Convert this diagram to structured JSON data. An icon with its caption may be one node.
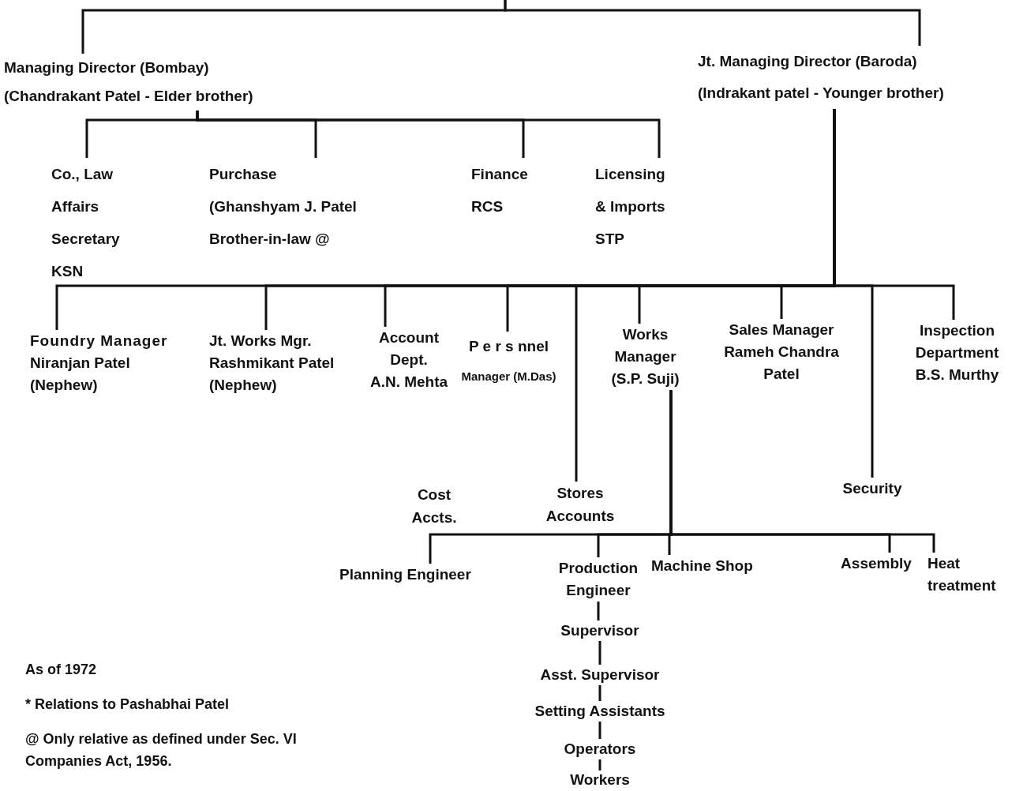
{
  "diagram": {
    "nodes": [
      {
        "text": [
          "Managing Director (Bombay)",
          "(Chandrakant Patel - Elder brother)"
        ]
      },
      {
        "text": [
          "Jt. Managing Director (Baroda)",
          "(Indrakant patel - Younger brother)"
        ]
      },
      {
        "text": [
          "Co., Law Affairs Secretary",
          "KSN"
        ]
      },
      {
        "text": [
          "Purchase",
          "(Ghanshyam J. Patel",
          "Brother-in-law @"
        ]
      },
      {
        "text": [
          "Finance",
          "RCS"
        ]
      },
      {
        "text": [
          "Licensing & Imports",
          "STP"
        ]
      },
      {
        "text": [
          "Foundry Manager",
          "Niranjan Patel",
          "(Nephew)"
        ]
      },
      {
        "text": [
          "Jt. Works Mgr.",
          "Rashmikant Patel",
          "(Nephew)"
        ]
      },
      {
        "text": [
          "Account Dept.",
          "A.N. Mehta"
        ]
      },
      {
        "text": [
          "P e r s nnel",
          "Manager (M.Das)"
        ]
      },
      {
        "text": [
          "Works Manager",
          "(S.P. Suji)"
        ]
      },
      {
        "text": [
          "Sales Manager",
          "Rameh Chandra Patel"
        ]
      },
      {
        "text": [
          "Inspection Department",
          "B.S. Murthy"
        ]
      },
      {
        "text": [
          "Stores Accounts"
        ]
      },
      {
        "text": [
          "Security"
        ]
      },
      {
        "text": [
          "Planning Engineer"
        ]
      },
      {
        "text": [
          "Production Engineer"
        ]
      },
      {
        "text": [
          "Machine Shop"
        ]
      },
      {
        "text": [
          "Assembly"
        ]
      },
      {
        "text": [
          "Heat treatment"
        ]
      },
      {
        "text": [
          "Supervisor"
        ]
      },
      {
        "text": [
          "Asst. Supervisor"
        ]
      },
      {
        "text": [
          "Setting Assistants"
        ]
      },
      {
        "text": [
          "Operators"
        ]
      },
      {
        "text": [
          "Workers"
        ]
      }
    ],
    "edges": [
      {
        "from": null,
        "to": 0,
        "arrow": "none"
      },
      {
        "from": null,
        "to": 1,
        "arrow": "none"
      },
      {
        "from": 0,
        "to": 2,
        "arrow": "none"
      },
      {
        "from": 0,
        "to": 3,
        "arrow": "none"
      },
      {
        "from": 0,
        "to": 4,
        "arrow": "none"
      },
      {
        "from": 0,
        "to": 5,
        "arrow": "none"
      },
      {
        "from": 1,
        "to": 6,
        "arrow": "none"
      },
      {
        "from": 1,
        "to": 7,
        "arrow": "none"
      },
      {
        "from": 1,
        "to": 8,
        "arrow": "none"
      },
      {
        "from": 1,
        "to": 9,
        "arrow": "none"
      },
      {
        "from": 1,
        "to": 10,
        "arrow": "none"
      },
      {
        "from": 1,
        "to": 11,
        "arrow": "none"
      },
      {
        "from": 1,
        "to": 12,
        "arrow": "none"
      },
      {
        "from": 1,
        "to": 13,
        "arrow": "none"
      },
      {
        "from": 1,
        "to": 14,
        "arrow": "none"
      },
      {
        "from": 10,
        "to": 15,
        "arrow": "none"
      },
      {
        "from": 10,
        "to": 16,
        "arrow": "none"
      },
      {
        "from": 10,
        "to": 17,
        "arrow": "none"
      },
      {
        "from": 10,
        "to": 18,
        "arrow": "none"
      },
      {
        "from": 10,
        "to": 19,
        "arrow": "none"
      },
      {
        "from": 16,
        "to": 20,
        "arrow": "none"
      },
      {
        "from": 20,
        "to": 21,
        "arrow": "none"
      },
      {
        "from": 21,
        "to": 22,
        "arrow": "none"
      },
      {
        "from": 22,
        "to": 23,
        "arrow": "none"
      },
      {
        "from": 23,
        "to": 24,
        "arrow": "none"
      }
    ],
    "labels": [
      "Cost Accts.",
      "As of 1972",
      "* Relations to Pashabhai Patel",
      "@ Only relative as defined under Sec. VI Companies Act, 1956."
    ]
  }
}
